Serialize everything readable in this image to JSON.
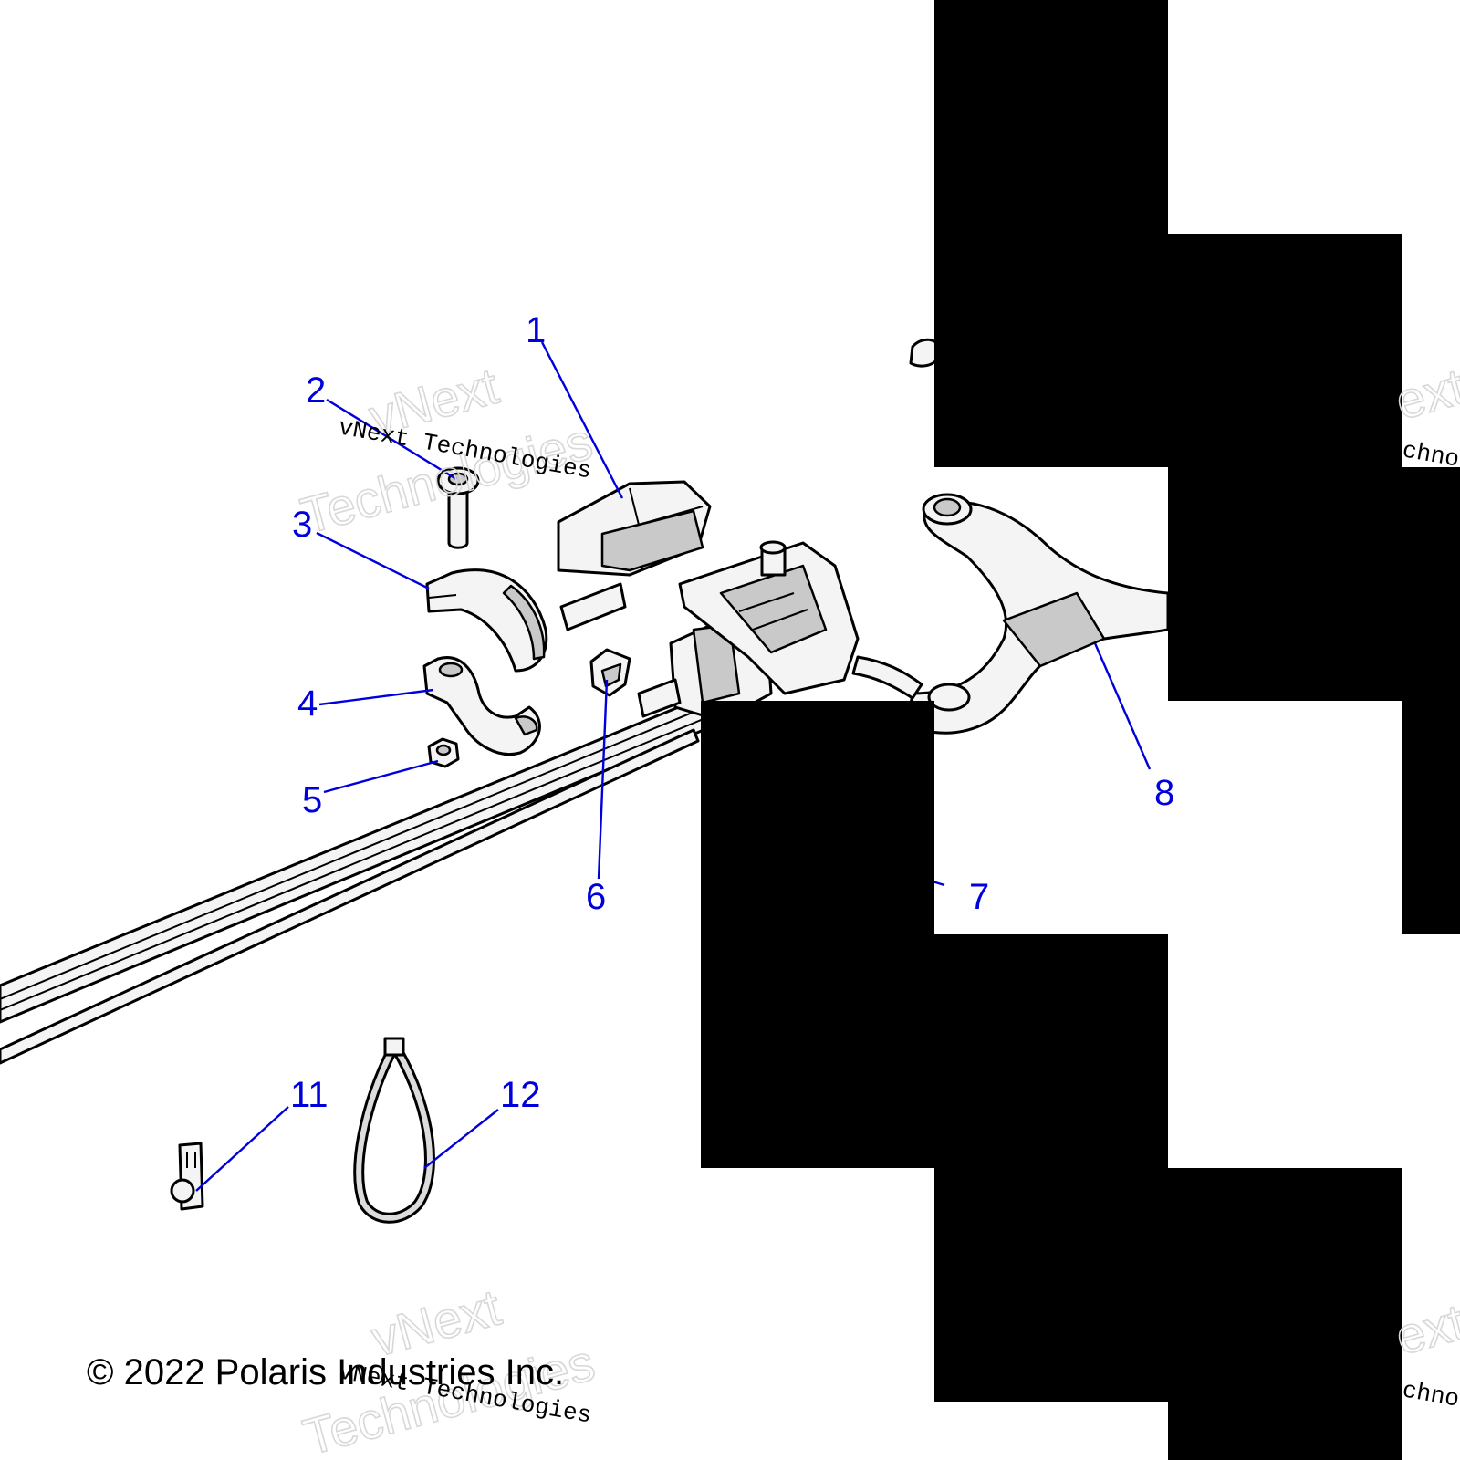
{
  "diagram": {
    "callouts": [
      {
        "id": "1",
        "label": "1"
      },
      {
        "id": "2",
        "label": "2"
      },
      {
        "id": "3",
        "label": "3"
      },
      {
        "id": "4",
        "label": "4"
      },
      {
        "id": "5",
        "label": "5"
      },
      {
        "id": "6",
        "label": "6"
      },
      {
        "id": "7",
        "label": "7"
      },
      {
        "id": "8",
        "label": "8"
      },
      {
        "id": "11",
        "label": "11"
      },
      {
        "id": "12",
        "label": "12"
      }
    ],
    "watermark": {
      "line1": "vNext",
      "line2": "Technologies",
      "caption": "vNext Technologies",
      "fragment_ext": "ext",
      "fragment_chno": "chno"
    },
    "copyright": "© 2022 Polaris Industries Inc.",
    "colors": {
      "callout": "#0000dd",
      "redaction": "#000000",
      "part_fill": "#f4f4f4",
      "part_shade": "#c9c9c9"
    }
  }
}
